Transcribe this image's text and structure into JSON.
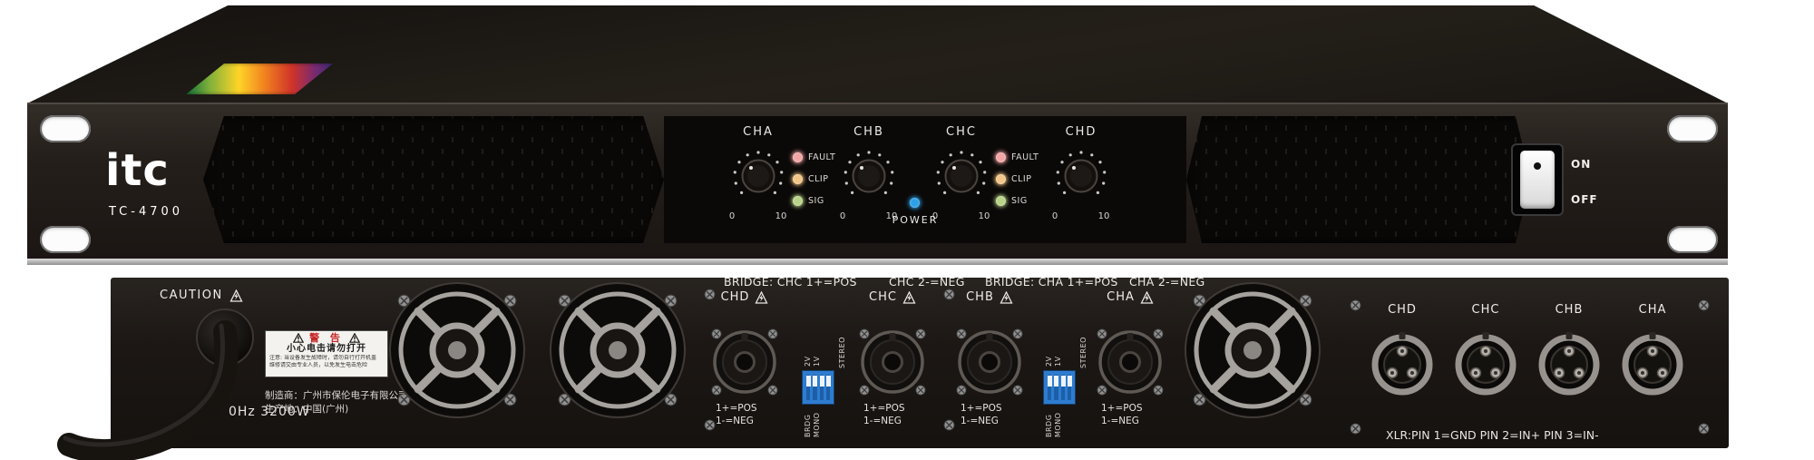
{
  "product": {
    "brand": "itc",
    "model": "TC-4700"
  },
  "front": {
    "channels": [
      {
        "label": "CHA"
      },
      {
        "label": "CHB"
      },
      {
        "label": "CHC"
      },
      {
        "label": "CHD"
      }
    ],
    "scale_min": "0",
    "scale_max": "10",
    "leds": [
      {
        "label": "FAULT",
        "color": "#f2a5a5"
      },
      {
        "label": "CLIP",
        "color": "#f2c687"
      },
      {
        "label": "SIG",
        "color": "#b9d488"
      }
    ],
    "power_label": "POWER",
    "power_led_color": "#2da0e8",
    "switch_on": "ON",
    "switch_off": "OFF"
  },
  "rear": {
    "caution": "CAUTION",
    "rating": "0Hz 3200W",
    "warning": {
      "title": "警 告",
      "subtitle": "小心电击请勿打开",
      "note": "注意:",
      "fine1": "当设备发生故障时，请勿自行打开机盖",
      "fine2": "维修请交由专业人员，以免发生电击危险"
    },
    "maker1": "制造商：广州市保伦电子有限公司",
    "maker2": "生产地：中国(广州)",
    "groups": [
      {
        "bridge_a": "BRIDGE: CHC 1+=POS",
        "bridge_b": "CHC 2-=NEG"
      },
      {
        "bridge_a": "BRIDGE: CHA 1+=POS",
        "bridge_b": "CHA 2-=NEG"
      }
    ],
    "speakons": [
      {
        "label": "CHD"
      },
      {
        "label": "CHC"
      },
      {
        "label": "CHB"
      },
      {
        "label": "CHA"
      }
    ],
    "pin_pos": "1+=POS",
    "pin_neg": "1-=NEG",
    "dip": {
      "v2": "2V",
      "v1": "1V",
      "brdg": "BRDG",
      "mono": "MONO",
      "stereo": "STEREO"
    },
    "xlrs": [
      {
        "label": "CHD"
      },
      {
        "label": "CHC"
      },
      {
        "label": "CHB"
      },
      {
        "label": "CHA"
      }
    ],
    "xlr_note": "XLR:PIN 1=GND PIN 2=IN+ PIN 3=IN-"
  }
}
